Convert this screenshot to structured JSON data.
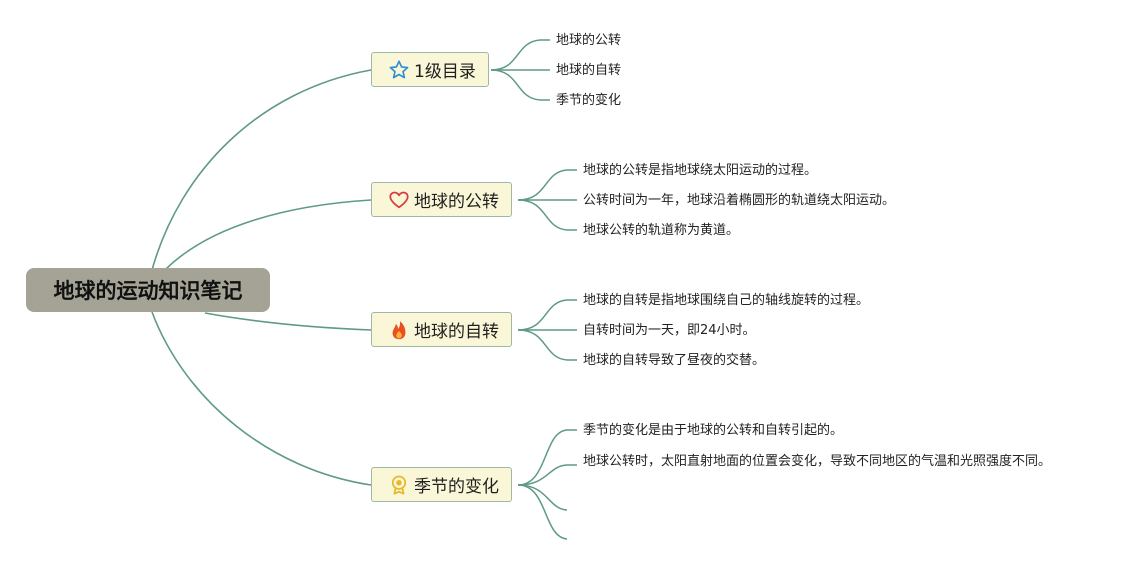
{
  "root": {
    "label": "地球的运动知识笔记"
  },
  "branches": [
    {
      "label": "1级目录",
      "icon": "star-icon",
      "children": [
        "地球的公转",
        "地球的自转",
        "季节的变化"
      ]
    },
    {
      "label": "地球的公转",
      "icon": "heart-icon",
      "children": [
        "地球的公转是指地球绕太阳运动的过程。",
        "公转时间为一年，地球沿着椭圆形的轨道绕太阳运动。",
        "地球公转的轨道称为黄道。"
      ]
    },
    {
      "label": "地球的自转",
      "icon": "fire-icon",
      "children": [
        "地球的自转是指地球围绕自己的轴线旋转的过程。",
        "自转时间为一天，即24小时。",
        "地球的自转导致了昼夜的交替。"
      ]
    },
    {
      "label": "季节的变化",
      "icon": "award-icon",
      "children": [
        "季节的变化是由于地球的公转和自转引起的。",
        "地球公转时，太阳直射地面的位置会变化，导致不同地区的气温和光照强度不同。",
        "",
        ""
      ]
    }
  ],
  "colors": {
    "connector": "#5f9a86",
    "root_fill": "#a4a396",
    "branch_fill": "#faf7d9",
    "star": "#2e8fd0",
    "heart": "#d83b3b",
    "fire": "#e8501f",
    "award": "#e6b92b"
  }
}
